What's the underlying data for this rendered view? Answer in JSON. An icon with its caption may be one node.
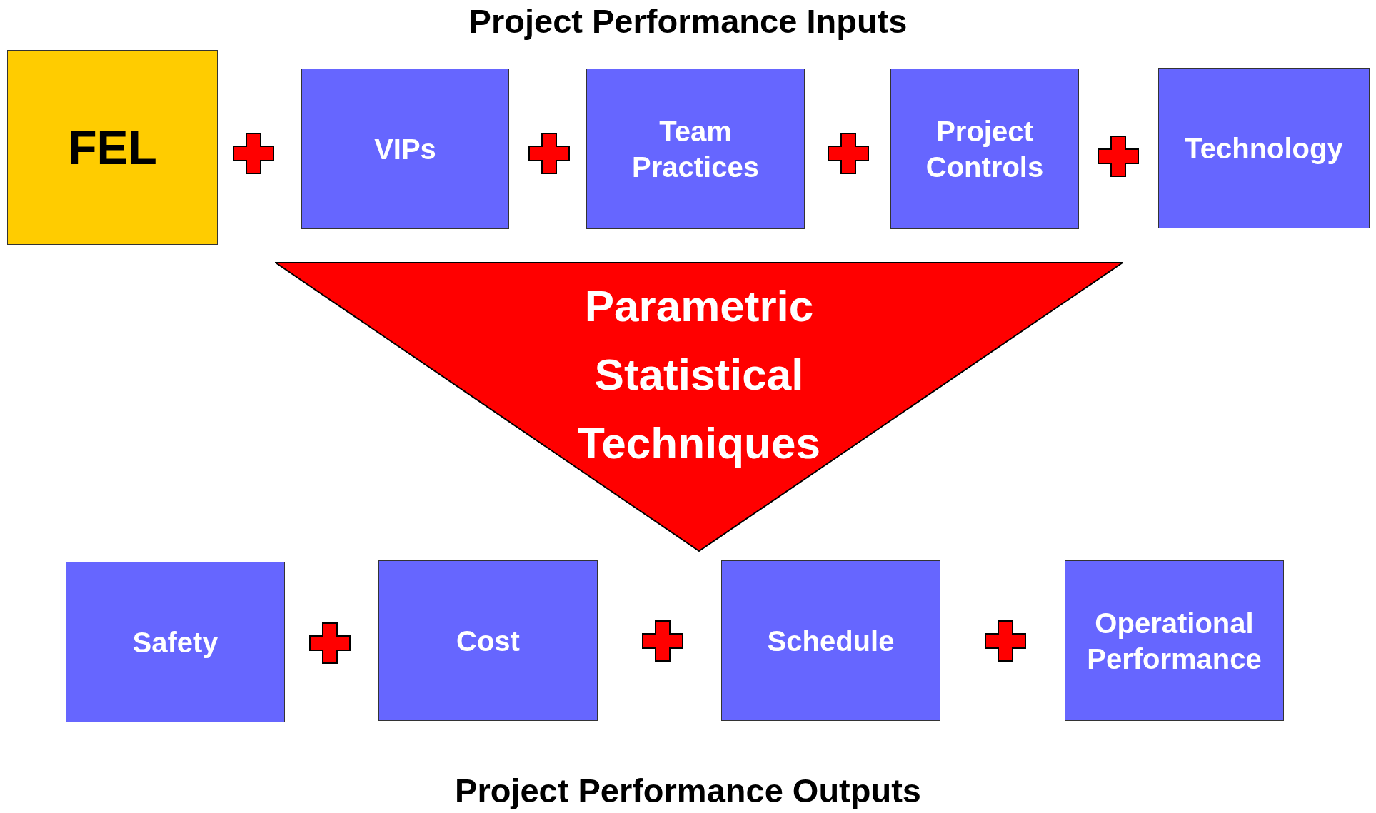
{
  "diagram": {
    "title": "Project Performance Inputs",
    "nodes": [
      {
        "text": [
          "FEL"
        ]
      },
      {
        "text": [
          "VIPs"
        ]
      },
      {
        "text": [
          "Team Practices"
        ]
      },
      {
        "text": [
          "Project Controls"
        ]
      },
      {
        "text": [
          "Technology"
        ]
      },
      {
        "text": [
          "Parametric Statistical Techniques"
        ]
      },
      {
        "text": [
          "Safety"
        ]
      },
      {
        "text": [
          "Cost"
        ]
      },
      {
        "text": [
          "Schedule"
        ]
      },
      {
        "text": [
          "Operational Performance"
        ]
      }
    ],
    "edges": [],
    "labels": [
      "Project Performance Outputs"
    ]
  }
}
